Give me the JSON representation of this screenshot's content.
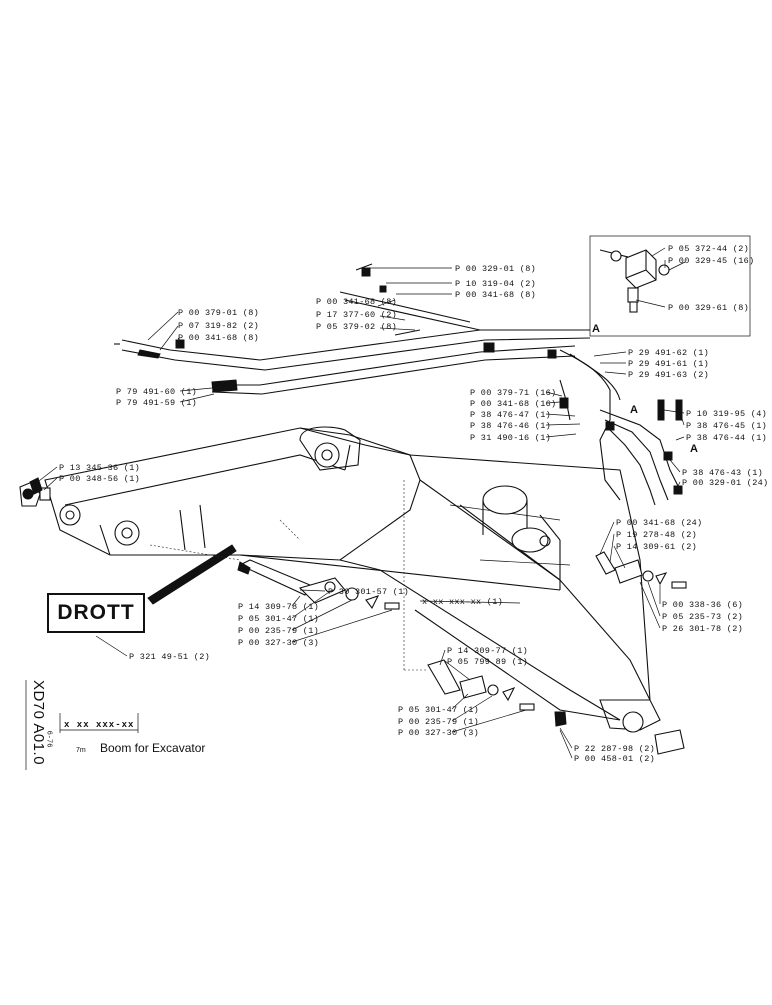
{
  "brand": "DROTT",
  "document_code": "XD70 A01.0",
  "date_code": "6-76",
  "part_ref": "x xx xxx-xx",
  "size_note": "7m",
  "title": "Boom for Excavator",
  "detail_mark": "A",
  "callouts": [
    {
      "id": "c1",
      "text": "P 00 329-01 (8)"
    },
    {
      "id": "c2",
      "text": "P 10 319-04 (2)"
    },
    {
      "id": "c3",
      "text": "P 00 341-68 (8)"
    },
    {
      "id": "c4",
      "text": "P 00 341-68 (8)"
    },
    {
      "id": "c5",
      "text": "P 17 377-60 (2)"
    },
    {
      "id": "c6",
      "text": "P 05 379-02 (8)"
    },
    {
      "id": "c7",
      "text": "P 00 379-01 (8)"
    },
    {
      "id": "c8",
      "text": "P 07 319-82 (2)"
    },
    {
      "id": "c9",
      "text": "P 00 341-68 (8)"
    },
    {
      "id": "c10",
      "text": "P 79 491-60 (1)"
    },
    {
      "id": "c11",
      "text": "P 79 491-59 (1)"
    },
    {
      "id": "c12",
      "text": "P 05 372-44 (2)"
    },
    {
      "id": "c13",
      "text": "P 00 329-45 (16)"
    },
    {
      "id": "c14",
      "text": "P 00 329-61 (8)"
    },
    {
      "id": "c15",
      "text": "P 29 491-62 (1)"
    },
    {
      "id": "c16",
      "text": "P 29 491-61 (1)"
    },
    {
      "id": "c17",
      "text": "P 29 491-63 (2)"
    },
    {
      "id": "c18",
      "text": "P 00 379-71 (16)"
    },
    {
      "id": "c19",
      "text": "P 00 341-68 (16)"
    },
    {
      "id": "c20",
      "text": "P 38 476-47 (1)"
    },
    {
      "id": "c21",
      "text": "P 38 476-46 (1)"
    },
    {
      "id": "c22",
      "text": "P 31 490-16 (1)"
    },
    {
      "id": "c23",
      "text": "P 10 319-95 (4)"
    },
    {
      "id": "c24",
      "text": "P 38 476-45 (1)"
    },
    {
      "id": "c25",
      "text": "P 38 476-44 (1)"
    },
    {
      "id": "c26",
      "text": "P 38 476-43 (1)"
    },
    {
      "id": "c27",
      "text": "P 00 329-01 (24)"
    },
    {
      "id": "c28",
      "text": "P 13 345-36 (1)"
    },
    {
      "id": "c29",
      "text": "P 00 348-56 (1)"
    },
    {
      "id": "c30",
      "text": "P 00 341-68 (24)"
    },
    {
      "id": "c31",
      "text": "P 19 278-48 (2)"
    },
    {
      "id": "c32",
      "text": "P 14 309-61 (2)"
    },
    {
      "id": "c33",
      "text": "P 30 301-57 (1)"
    },
    {
      "id": "c34",
      "text": "P 14 309-78 (1)"
    },
    {
      "id": "c35",
      "text": "P 05 301-47 (1)"
    },
    {
      "id": "c36",
      "text": "P 00 235-79 (1)"
    },
    {
      "id": "c37",
      "text": "P 00 327-30 (3)"
    },
    {
      "id": "c38",
      "text": "x xx xxx-xx (1)"
    },
    {
      "id": "c39",
      "text": "P 00 338-36 (6)"
    },
    {
      "id": "c40",
      "text": "P 05 235-73 (2)"
    },
    {
      "id": "c41",
      "text": "P 26 301-78 (2)"
    },
    {
      "id": "c42",
      "text": "P 321 49-51 (2)"
    },
    {
      "id": "c43",
      "text": "P 14 309-77 (1)"
    },
    {
      "id": "c44",
      "text": "P 05 799 89 (1)"
    },
    {
      "id": "c45",
      "text": "P 05 301-47 (1)"
    },
    {
      "id": "c46",
      "text": "P 00 235-79 (1)"
    },
    {
      "id": "c47",
      "text": "P 00 327-30 (3)"
    },
    {
      "id": "c48",
      "text": "P 22 287-98 (2)"
    },
    {
      "id": "c49",
      "text": "P 00 458-01 (2)"
    }
  ]
}
